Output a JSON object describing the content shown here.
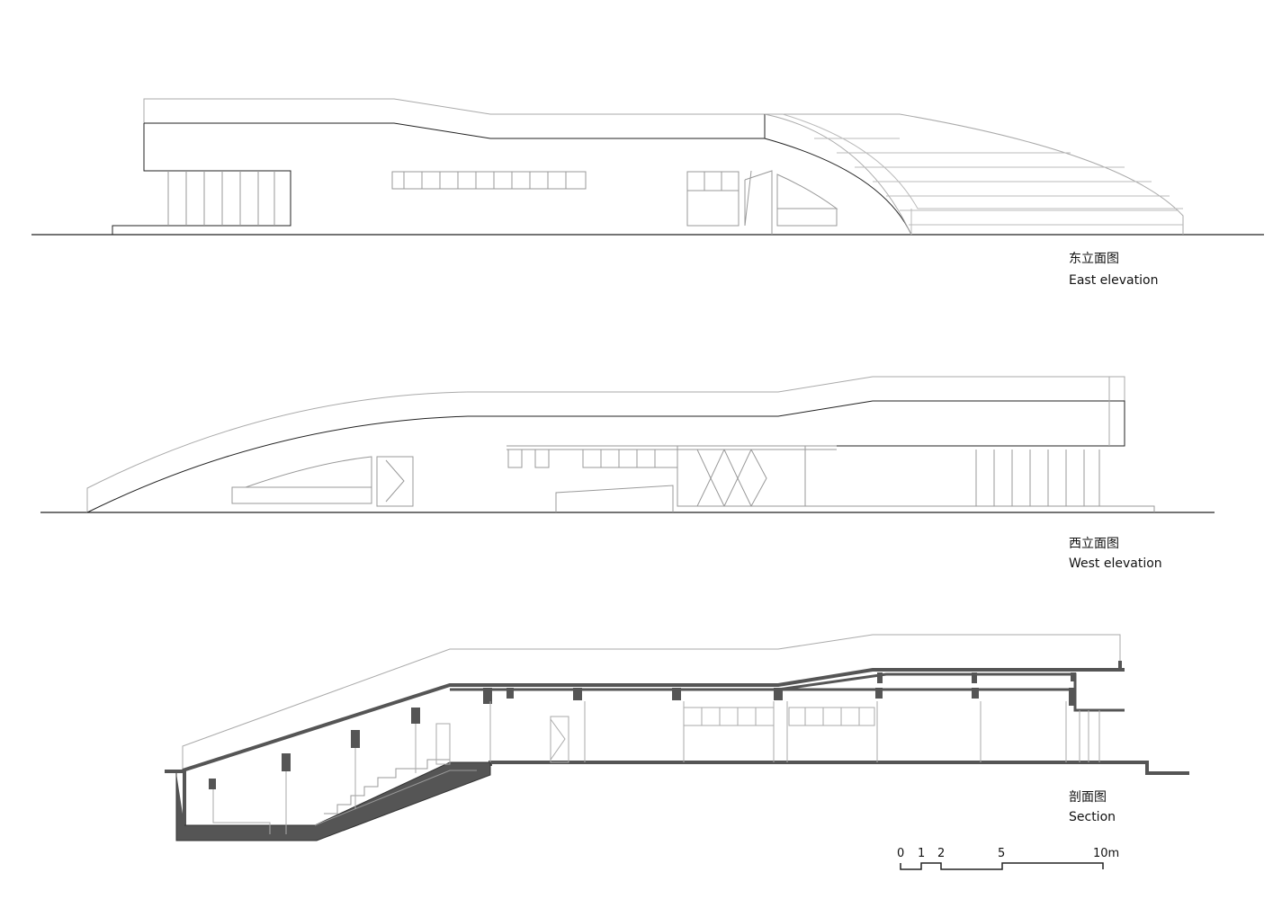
{
  "drawings": [
    {
      "title_cn": "东立面图",
      "title_en": "East elevation"
    },
    {
      "title_cn": "西立面图",
      "title_en": "West elevation"
    },
    {
      "title_cn": "剖面图",
      "title_en": "Section"
    }
  ],
  "scale_bar": {
    "ticks": [
      "0",
      "1",
      "2",
      "5",
      "10m"
    ]
  },
  "colors": {
    "line": "#222222",
    "thin": "#aaaaaa",
    "cut": "#555555"
  }
}
